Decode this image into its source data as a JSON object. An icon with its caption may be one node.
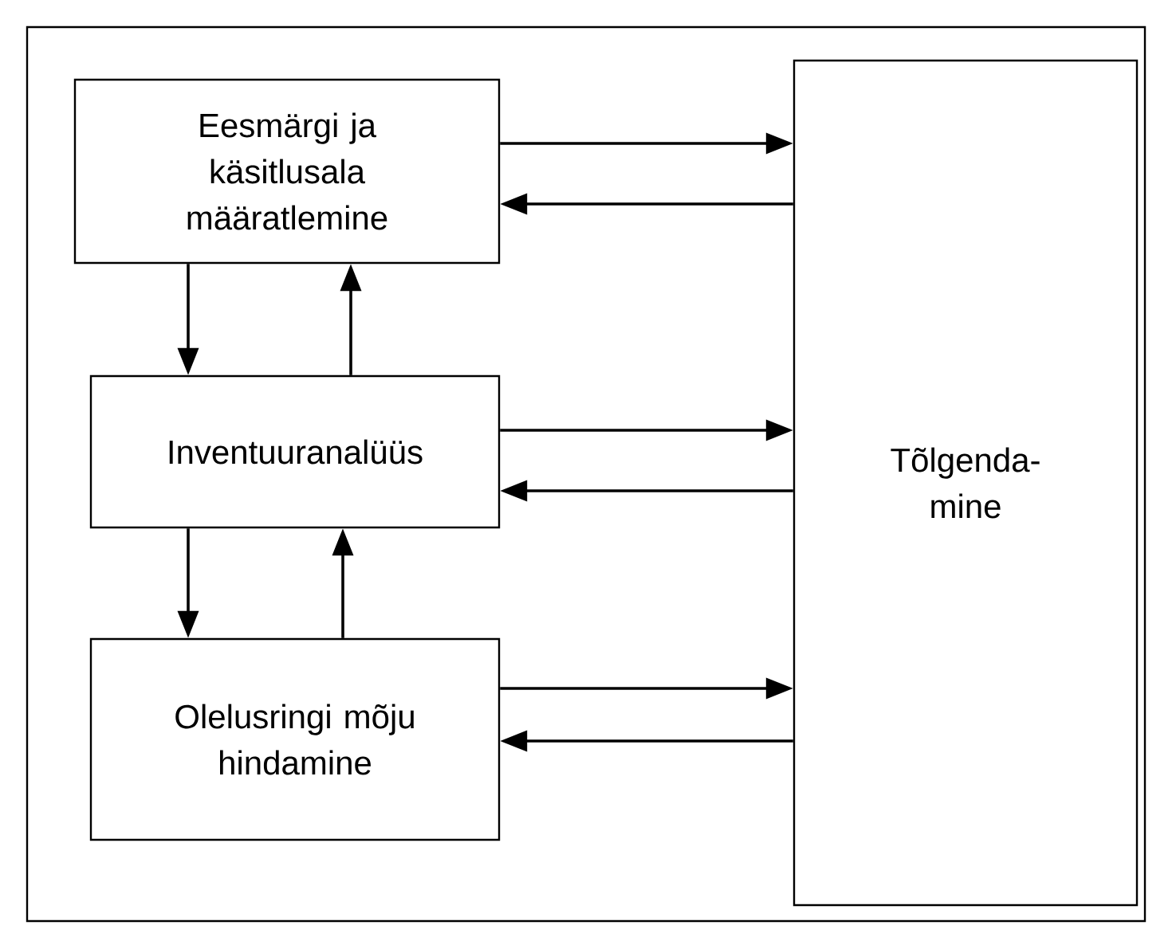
{
  "diagram": {
    "nodes": [
      {
        "text": [
          "Eesmärgi ja käsitlusala määratlemine"
        ]
      },
      {
        "text": [
          "Inventuuranalüüs"
        ]
      },
      {
        "text": [
          "Olelusringi mõju hindamine"
        ]
      },
      {
        "text": [
          "Tõlgenda- mine"
        ]
      }
    ],
    "edges": [
      {
        "from": 0,
        "to": 3,
        "arrow": "to"
      },
      {
        "from": 3,
        "to": 0,
        "arrow": "to"
      },
      {
        "from": 0,
        "to": 1,
        "arrow": "to"
      },
      {
        "from": 1,
        "to": 0,
        "arrow": "to"
      },
      {
        "from": 1,
        "to": 3,
        "arrow": "to"
      },
      {
        "from": 3,
        "to": 1,
        "arrow": "to"
      },
      {
        "from": 1,
        "to": 2,
        "arrow": "to"
      },
      {
        "from": 2,
        "to": 1,
        "arrow": "to"
      },
      {
        "from": 2,
        "to": 3,
        "arrow": "to"
      },
      {
        "from": 3,
        "to": 2,
        "arrow": "to"
      }
    ]
  }
}
